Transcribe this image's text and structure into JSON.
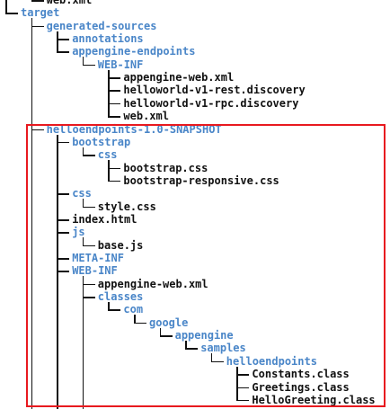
{
  "colors": {
    "directory": "#4a86c8",
    "file": "#111111",
    "connector": "#111111",
    "highlight_border": "#e8191f",
    "background": "#ffffff"
  },
  "tree": {
    "rows": [
      {
        "label": "web.xml",
        "type": "file"
      },
      {
        "label": "target",
        "type": "dir"
      },
      {
        "label": "generated-sources",
        "type": "dir"
      },
      {
        "label": "annotations",
        "type": "dir"
      },
      {
        "label": "appengine-endpoints",
        "type": "dir"
      },
      {
        "label": "WEB-INF",
        "type": "dir"
      },
      {
        "label": "appengine-web.xml",
        "type": "file"
      },
      {
        "label": "helloworld-v1-rest.discovery",
        "type": "file"
      },
      {
        "label": "helloworld-v1-rpc.discovery",
        "type": "file"
      },
      {
        "label": "web.xml",
        "type": "file"
      },
      {
        "label": "helloendpoints-1.0-SNAPSHOT",
        "type": "dir"
      },
      {
        "label": "bootstrap",
        "type": "dir"
      },
      {
        "label": "css",
        "type": "dir"
      },
      {
        "label": "bootstrap.css",
        "type": "file"
      },
      {
        "label": "bootstrap-responsive.css",
        "type": "file"
      },
      {
        "label": "css",
        "type": "dir"
      },
      {
        "label": "style.css",
        "type": "file"
      },
      {
        "label": "index.html",
        "type": "file"
      },
      {
        "label": "js",
        "type": "dir"
      },
      {
        "label": "base.js",
        "type": "file"
      },
      {
        "label": "META-INF",
        "type": "dir"
      },
      {
        "label": "WEB-INF",
        "type": "dir"
      },
      {
        "label": "appengine-web.xml",
        "type": "file"
      },
      {
        "label": "classes",
        "type": "dir"
      },
      {
        "label": "com",
        "type": "dir"
      },
      {
        "label": "google",
        "type": "dir"
      },
      {
        "label": "appengine",
        "type": "dir"
      },
      {
        "label": "samples",
        "type": "dir"
      },
      {
        "label": "helloendpoints",
        "type": "dir"
      },
      {
        "label": "Constants.class",
        "type": "file"
      },
      {
        "label": "Greetings.class",
        "type": "file"
      },
      {
        "label": "HelloGreeting.class",
        "type": "file"
      }
    ]
  }
}
